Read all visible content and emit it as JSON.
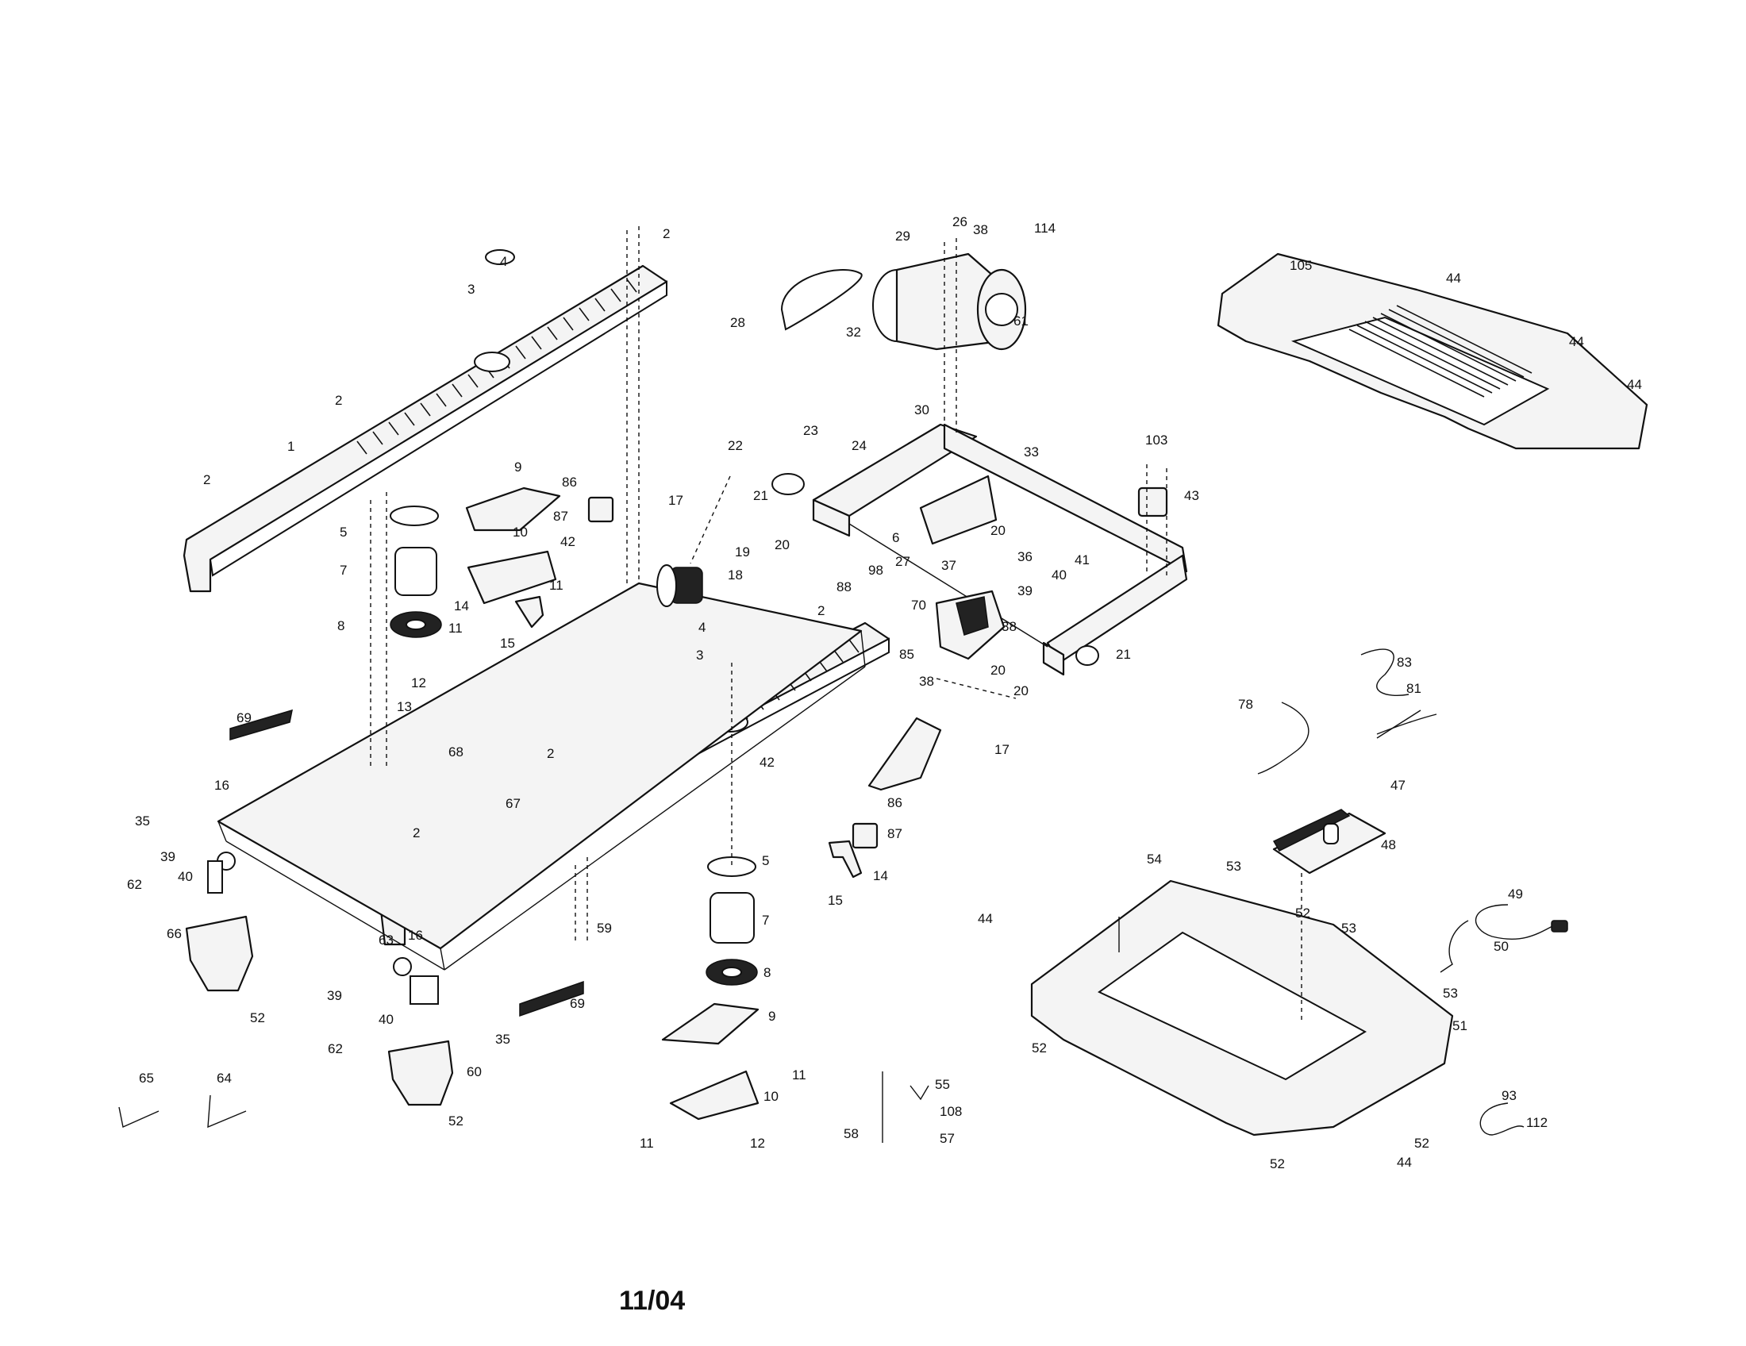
{
  "footer": {
    "date_code": "11/04"
  },
  "callouts": {
    "c1": "1",
    "c2a": "2",
    "c2b": "2",
    "c2c": "2",
    "c2d": "2",
    "c2e": "2",
    "c2f": "2",
    "c3a": "3",
    "c3b": "3",
    "c4a": "4",
    "c4b": "4",
    "c5a": "5",
    "c5b": "5",
    "c6": "6",
    "c7a": "7",
    "c7b": "7",
    "c8a": "8",
    "c8b": "8",
    "c9a": "9",
    "c9b": "9",
    "c10a": "10",
    "c10b": "10",
    "c11a": "11",
    "c11b": "11",
    "c11c": "11",
    "c11d": "11",
    "c12a": "12",
    "c12b": "12",
    "c13": "13",
    "c14a": "14",
    "c14b": "14",
    "c15a": "15",
    "c15b": "15",
    "c16a": "16",
    "c16b": "16",
    "c17a": "17",
    "c17b": "17",
    "c18": "18",
    "c19": "19",
    "c20a": "20",
    "c20b": "20",
    "c20c": "20",
    "c20d": "20",
    "c21a": "21",
    "c21b": "21",
    "c22": "22",
    "c23": "23",
    "c24": "24",
    "c26": "26",
    "c27": "27",
    "c28": "28",
    "c29": "29",
    "c30": "30",
    "c32": "32",
    "c33": "33",
    "c35a": "35",
    "c35b": "35",
    "c36": "36",
    "c37": "37",
    "c38a": "38",
    "c38b": "38",
    "c38c": "38",
    "c39a": "39",
    "c39b": "39",
    "c39c": "39",
    "c40a": "40",
    "c40b": "40",
    "c40c": "40",
    "c41": "41",
    "c42a": "42",
    "c42b": "42",
    "c43": "43",
    "c44a": "44",
    "c44b": "44",
    "c44c": "44",
    "c44d": "44",
    "c44e": "44",
    "c47": "47",
    "c48": "48",
    "c49": "49",
    "c50": "50",
    "c51": "51",
    "c52a": "52",
    "c52b": "52",
    "c52c": "52",
    "c52d": "52",
    "c52e": "52",
    "c52f": "52",
    "c53a": "53",
    "c53b": "53",
    "c53c": "53",
    "c54": "54",
    "c55": "55",
    "c57": "57",
    "c58": "58",
    "c59": "59",
    "c60": "60",
    "c61": "61",
    "c62a": "62",
    "c62b": "62",
    "c63": "63",
    "c64": "64",
    "c65": "65",
    "c66": "66",
    "c67": "67",
    "c68": "68",
    "c69a": "69",
    "c69b": "69",
    "c70": "70",
    "c78": "78",
    "c81": "81",
    "c83": "83",
    "c85": "85",
    "c86a": "86",
    "c86b": "86",
    "c87a": "87",
    "c87b": "87",
    "c88": "88",
    "c93": "93",
    "c98": "98",
    "c103": "103",
    "c105": "105",
    "c108": "108",
    "c112": "112",
    "c114": "114"
  }
}
